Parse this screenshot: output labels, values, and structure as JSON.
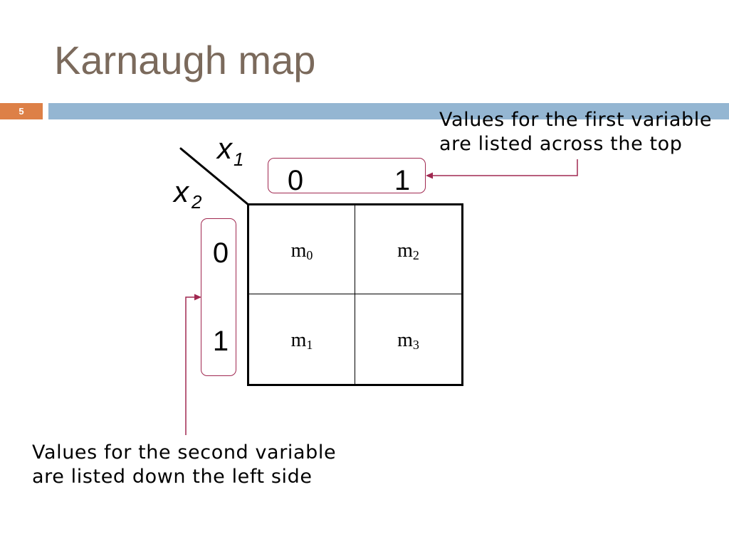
{
  "slide": {
    "title": "Karnaugh map",
    "number": "5"
  },
  "colors": {
    "title": "#7b6a5c",
    "slide_number_badge": "#dd8047",
    "accent_bar": "#94b6d2",
    "callout": "#a02850",
    "grid": "#000000"
  },
  "annotations": {
    "first_variable": [
      "Values for the first variable",
      "are listed across the top"
    ],
    "second_variable": [
      "Values for the second variable",
      "are listed down the left side"
    ]
  },
  "kmap": {
    "column_variable": {
      "name": "x",
      "subscript": "1"
    },
    "row_variable": {
      "name": "x",
      "subscript": "2"
    },
    "column_values": [
      "0",
      "1"
    ],
    "row_values": [
      "0",
      "1"
    ],
    "cells": [
      [
        {
          "name": "m",
          "subscript": "0"
        },
        {
          "name": "m",
          "subscript": "2"
        }
      ],
      [
        {
          "name": "m",
          "subscript": "1"
        },
        {
          "name": "m",
          "subscript": "3"
        }
      ]
    ]
  }
}
